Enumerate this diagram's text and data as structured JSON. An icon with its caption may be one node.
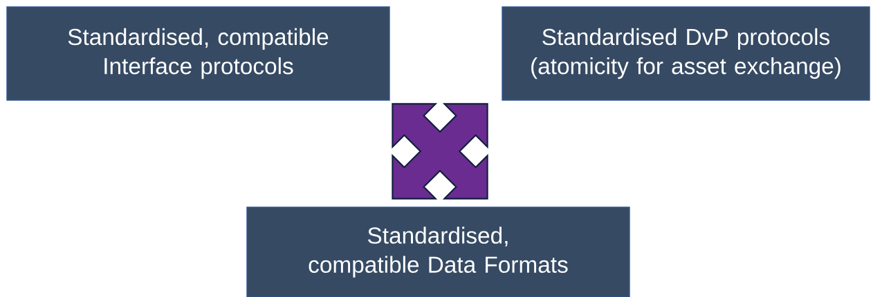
{
  "diagram": {
    "nodes": [
      {
        "text": [
          "Standardised, compatible Interface protocols"
        ]
      },
      {
        "text": [
          "Standardised DvP protocols (atomicity for asset exchange)"
        ]
      },
      {
        "text": [
          "Standardised, compatible Data Formats"
        ]
      }
    ]
  }
}
